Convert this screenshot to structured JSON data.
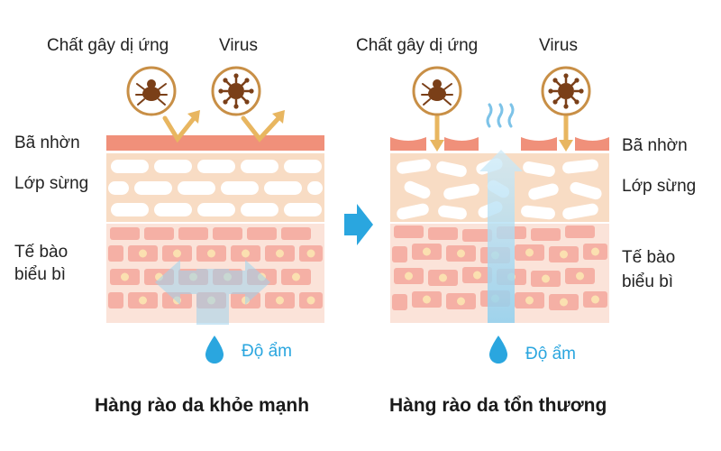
{
  "left_panel": {
    "allergen_label": "Chất gây dị ứng",
    "virus_label": "Virus",
    "sebum_label": "Bã nhờn",
    "stratum_label": "Lớp sừng",
    "epidermis_label_line1": "Tế bào",
    "epidermis_label_line2": "biểu bì",
    "moisture_label": "Độ ẩm",
    "caption": "Hàng rào da khỏe mạnh"
  },
  "right_panel": {
    "allergen_label": "Chất gây dị ứng",
    "virus_label": "Virus",
    "sebum_label": "Bã nhờn",
    "stratum_label": "Lớp sừng",
    "epidermis_label_line1": "Tế bào",
    "epidermis_label_line2": "biểu bì",
    "moisture_label": "Độ ẩm",
    "caption": "Hàng rào da tổn thương"
  },
  "colors": {
    "sebum": "#f0907a",
    "stratum_bg": "#f8dcc4",
    "stratum_cell": "#ffffff",
    "epidermis_bg": "#fbe3d9",
    "epidermis_cell": "#f5b0a5",
    "nucleus": "#fbe0b0",
    "arrow_orange": "#e8b660",
    "moisture_blue": "#2aa6df",
    "transition_arrow": "#2aa6df",
    "icon_ring": "#c88f46",
    "icon_fill": "#7a3f18"
  },
  "icons": {
    "allergen": "dust-mite-icon",
    "virus": "virus-icon",
    "droplet": "water-drop-icon",
    "steam": "evaporation-icon",
    "transition": "right-arrow-icon"
  }
}
